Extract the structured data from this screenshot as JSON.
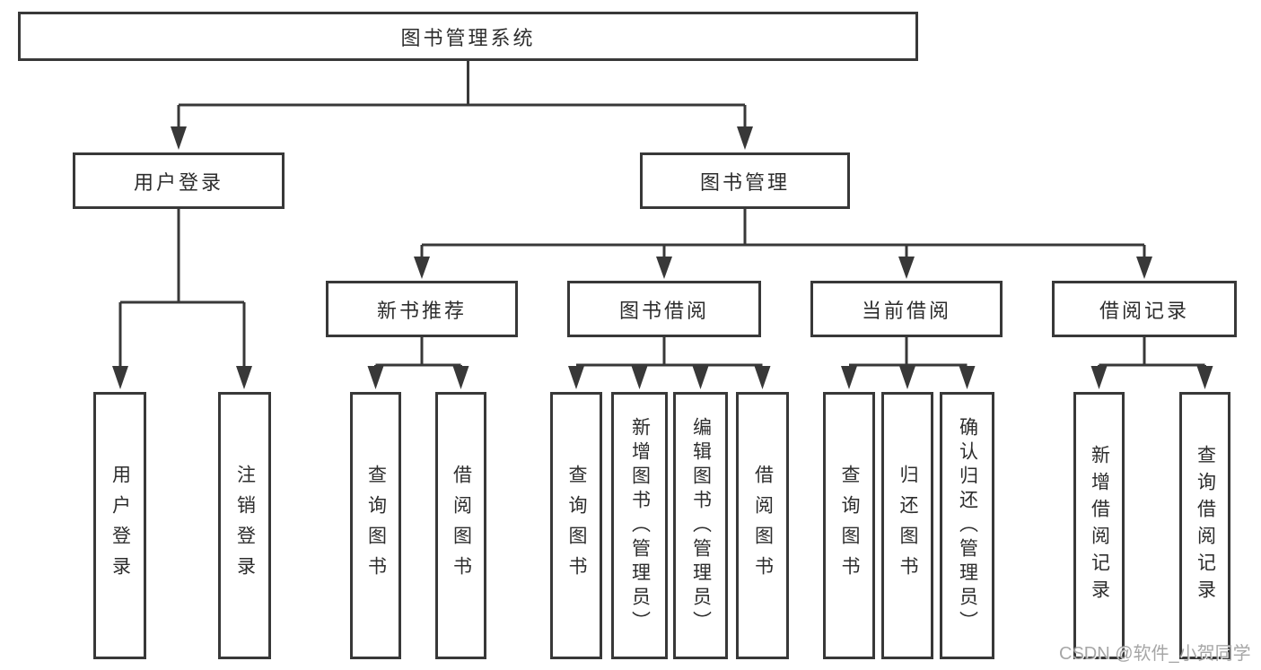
{
  "page": {
    "background_color": "#ffffff",
    "line_color": "#383838",
    "text_color": "#2d2d2d",
    "watermark": {
      "text": "CSDN @软件_小贺同学",
      "color": "#969696"
    }
  },
  "tree": {
    "root": {
      "label": "图书管理系统"
    },
    "level1": [
      {
        "id": "user-login",
        "label": "用户登录"
      },
      {
        "id": "book-management",
        "label": "图书管理"
      }
    ],
    "level2": [
      {
        "id": "new-book-recommend",
        "label": "新书推荐",
        "parent": "图书管理"
      },
      {
        "id": "book-borrowing",
        "label": "图书借阅",
        "parent": "图书管理"
      },
      {
        "id": "current-borrowing",
        "label": "当前借阅",
        "parent": "图书管理"
      },
      {
        "id": "borrowing-records",
        "label": "借阅记录",
        "parent": "图书管理"
      }
    ],
    "leaves": [
      {
        "id": "user-login-leaf",
        "label": "用户登录",
        "parent": "用户登录"
      },
      {
        "id": "logout",
        "label": "注销登录",
        "parent": "用户登录"
      },
      {
        "id": "query-book-recommend",
        "label": "查询图书",
        "parent": "新书推荐"
      },
      {
        "id": "borrow-book-recommend",
        "label": "借阅图书",
        "parent": "新书推荐"
      },
      {
        "id": "query-book-borrowing",
        "label": "查询图书",
        "parent": "图书借阅"
      },
      {
        "id": "add-book-admin",
        "label": "新增图书（管理员）",
        "parent": "图书借阅"
      },
      {
        "id": "edit-book-admin",
        "label": "编辑图书（管理员）",
        "parent": "图书借阅"
      },
      {
        "id": "borrow-book-borrowing",
        "label": "借阅图书",
        "parent": "图书借阅"
      },
      {
        "id": "query-book-current",
        "label": "查询图书",
        "parent": "当前借阅"
      },
      {
        "id": "return-book",
        "label": "归还图书",
        "parent": "当前借阅"
      },
      {
        "id": "confirm-return-admin",
        "label": "确认归还（管理员）",
        "parent": "当前借阅"
      },
      {
        "id": "add-borrow-record",
        "label": "新增借阅记录",
        "parent": "借阅记录"
      },
      {
        "id": "query-borrow-record",
        "label": "查询借阅记录",
        "parent": "借阅记录"
      }
    ]
  }
}
